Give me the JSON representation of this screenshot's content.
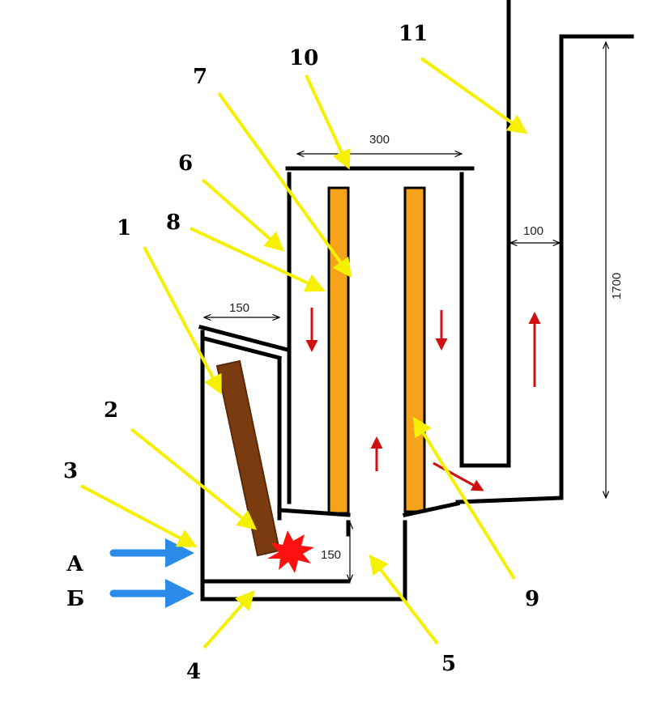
{
  "title_labels": {
    "n1": "1",
    "n2": "2",
    "n3": "3",
    "n4": "4",
    "n5": "5",
    "n6": "6",
    "n7": "7",
    "n8": "8",
    "n9": "9",
    "n10": "10",
    "n11": "11"
  },
  "air_inlets": {
    "a": "А",
    "b": "Б"
  },
  "dimensions": {
    "riser_width": "300",
    "feed_width": "150",
    "chimney_gap": "100",
    "chimney_height": "1700",
    "firebox_height": "150"
  },
  "colors": {
    "wall": "#000000",
    "riser": "#f7a21b",
    "wood": "#7a3b10",
    "flame": "#ff1010",
    "label_arrow": "#f5f000",
    "flow_arrow": "#d01010",
    "air_arrow": "#2a8be8"
  }
}
